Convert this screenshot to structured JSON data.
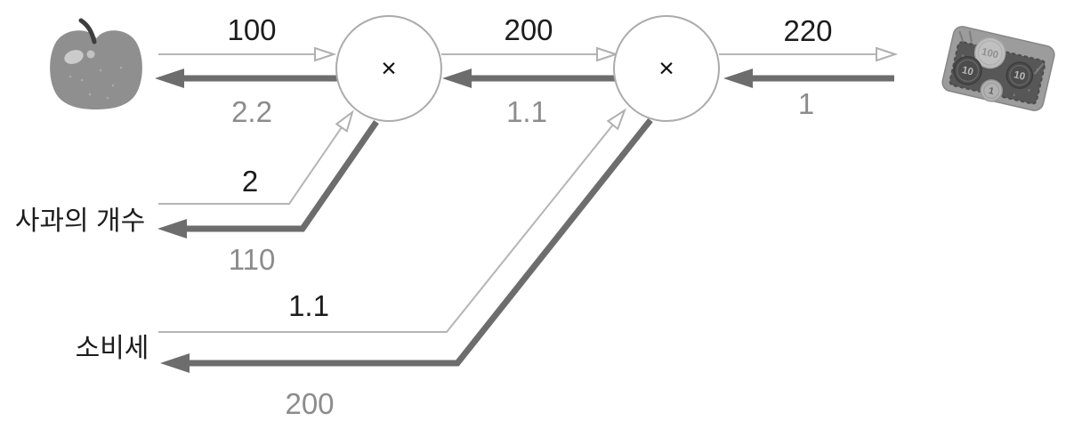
{
  "diagram": {
    "type": "computational-graph",
    "nodes": [
      {
        "id": "mul-1",
        "op": "×"
      },
      {
        "id": "mul-2",
        "op": "×"
      }
    ],
    "inputs": {
      "apple_count_label": "사과의 개수",
      "tax_label": "소비세"
    },
    "edges": {
      "apple_mul1": {
        "forward": "100",
        "backward": "2.2"
      },
      "mul1_mul2": {
        "forward": "200",
        "backward": "1.1"
      },
      "mul2_money": {
        "forward": "220",
        "backward": "1"
      },
      "count_mul1": {
        "forward": "2",
        "backward": "110"
      },
      "tax_mul2": {
        "forward": "1.1",
        "backward": "200"
      }
    },
    "icons": {
      "apple": "apple-icon",
      "money": "money-tray-icon",
      "coins": [
        "100",
        "10",
        "10",
        "1"
      ]
    },
    "colors": {
      "forward_line": "#b5b5b5",
      "backward_line": "#6d6d6d",
      "forward_text": "#1c1c1c",
      "backward_text": "#8c8c8c"
    }
  }
}
